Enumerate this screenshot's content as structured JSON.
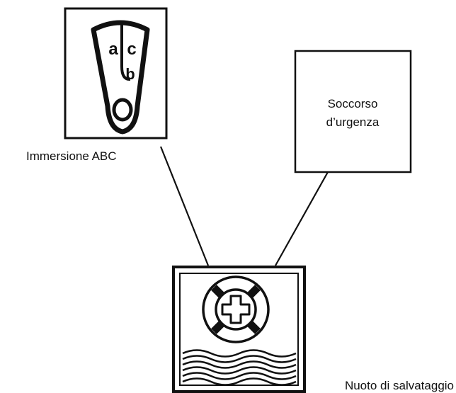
{
  "diagram": {
    "nodes": {
      "abc": {
        "label": "Immersione ABC",
        "icon": "diving-zipper-icon",
        "icon_letters": [
          "a",
          "c",
          "b"
        ]
      },
      "first_aid": {
        "label_lines": [
          "Soccorso",
          "d’urgenza"
        ]
      },
      "lifesaving": {
        "label": "Nuoto di salvataggio",
        "icon": "lifebuoy-cross-waves-icon"
      }
    },
    "connectors": [
      {
        "from": "abc",
        "to": "lifesaving"
      },
      {
        "from": "first_aid",
        "to": "lifesaving"
      }
    ],
    "colors": {
      "ink": "#111111",
      "background": "#ffffff"
    }
  }
}
